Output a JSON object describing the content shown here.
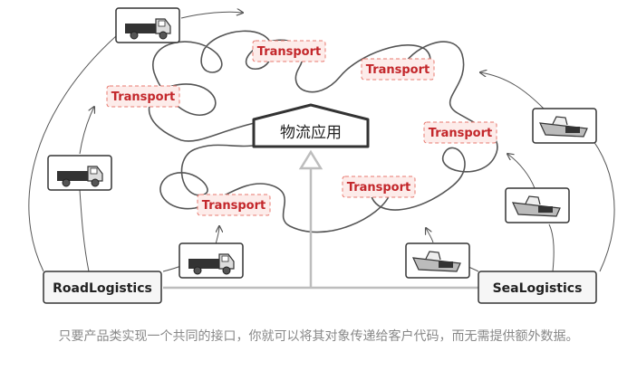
{
  "diagram": {
    "app_label": "物流应用",
    "road_label": "RoadLogistics",
    "sea_label": "SeaLogistics",
    "transport_labels": [
      "Transport",
      "Transport",
      "Transport",
      "Transport",
      "Transport",
      "Transport"
    ]
  },
  "icons": {
    "truck": "truck-icon",
    "ship": "ship-icon"
  },
  "colors": {
    "transport_text": "#c3272b",
    "transport_border": "#e8796f",
    "transport_fill": "#fdecea",
    "lines": "#555555",
    "inherit_arrow": "#bdbdbd"
  },
  "caption": "只要产品类实现一个共同的接口，你就可以将其对象传递给客户代码，而无需提供额外数据。"
}
